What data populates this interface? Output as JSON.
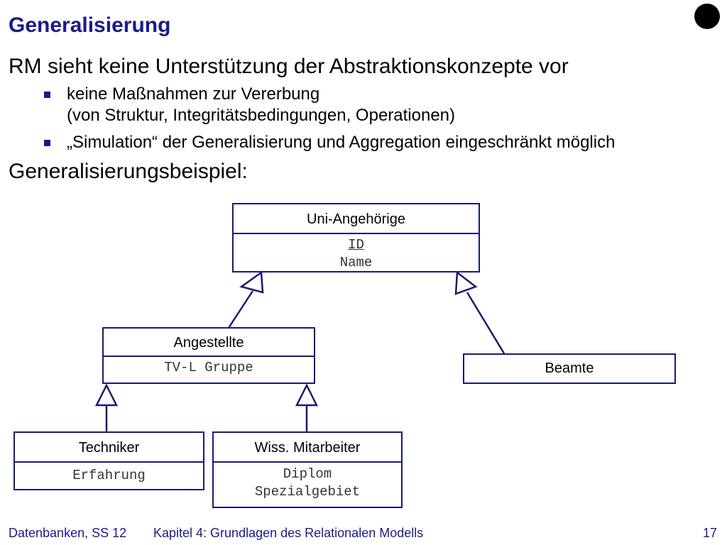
{
  "slide": {
    "title": "Generalisierung",
    "line1": "RM sieht keine Unterstützung der Abstraktionskonzepte vor",
    "bullets": [
      "keine Maßnahmen zur Vererbung",
      "(von Struktur, Integritätsbedingungen, Operationen)",
      "„Simulation“ der Generalisierung und Aggregation eingeschränkt möglich"
    ],
    "line2": "Generalisierungsbeispiel:"
  },
  "diagram": {
    "uni": {
      "name": "Uni-Angehörige",
      "attrs": [
        "ID",
        "Name"
      ]
    },
    "angestellte": {
      "name": "Angestellte",
      "attrs": [
        "TV-L Gruppe"
      ]
    },
    "beamte": {
      "name": "Beamte"
    },
    "techniker": {
      "name": "Techniker",
      "attrs": [
        "Erfahrung"
      ]
    },
    "wiss": {
      "name": "Wiss. Mitarbeiter",
      "attrs": [
        "Diplom",
        "Spezialgebiet"
      ]
    }
  },
  "footer": {
    "course": "Datenbanken, SS 12",
    "chapter": "Kapitel 4: Grundlagen des Relationalen Modells",
    "page": "17"
  },
  "colors": {
    "accent": "#1a1a8c",
    "border": "#1a1a6e"
  }
}
